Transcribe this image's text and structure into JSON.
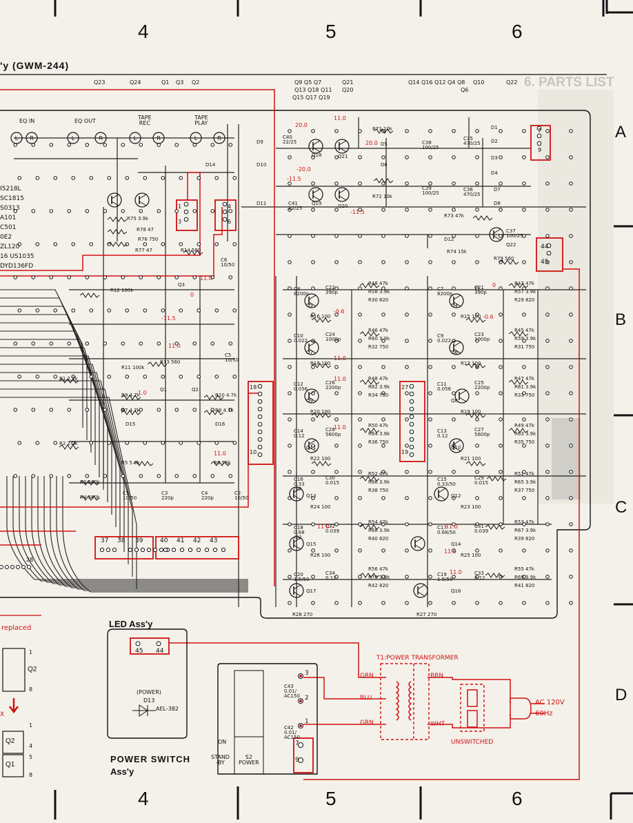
{
  "grid": {
    "columns_top": [
      "4",
      "5",
      "6"
    ],
    "columns_bottom": [
      "4",
      "5",
      "6"
    ],
    "rows": [
      "A",
      "B",
      "C",
      "D"
    ]
  },
  "title": "'y (GWM-244)",
  "transistor_header": {
    "row1": [
      "Q23",
      "Q24",
      "Q1",
      "Q3",
      "Q2"
    ],
    "group_mid_1": "Q9 Q5 Q7",
    "group_mid_2": "Q13 Q18 Q11",
    "group_mid_3": "Q15 Q17 Q19",
    "group_q21": "Q21",
    "group_q20": "Q20",
    "group_right_1": "Q14 Q16 Q12 Q4 Q8",
    "q10": "Q10",
    "q22": "Q22",
    "q6": "Q6"
  },
  "jacks": {
    "eq_in": "EQ IN",
    "eq_out": "EQ OUT",
    "tape_rec": "TAPE\nREC",
    "tape_play": "TAPE\nPLAY",
    "l": "L",
    "r": "R"
  },
  "left_parts": [
    "I5218L",
    "SC1815",
    "S0313",
    "A101",
    "C501",
    "0E2",
    "ZL120",
    "16  US1035",
    "DYD136FD"
  ],
  "connectors": {
    "c7_9": [
      "7",
      "8",
      "9"
    ],
    "c44": "44",
    "c45": "45",
    "c1_3": [
      "1",
      "3"
    ],
    "c4_6": [
      "4",
      "6"
    ],
    "c18": "18",
    "c10": "10",
    "c27": "27",
    "c19": "19",
    "strip1": [
      "37",
      "38",
      "39"
    ],
    "strip2": [
      "40",
      "41",
      "42",
      "43"
    ],
    "c28": "28"
  },
  "led_assy": {
    "title": "LED Ass'y",
    "pins": [
      "45",
      "44"
    ],
    "power": "(POWER)",
    "d13": "D13",
    "part": "AEL-382"
  },
  "power_switch": {
    "title": "POWER SWITCH",
    "subtitle": "Ass'y",
    "on": "ON",
    "standby": "STAND\n-BY",
    "s2": "S2\nPOWER",
    "c43": "C43\n0.01/\nAC150",
    "c42": "C42\n0.01/\nAC150",
    "pins": [
      "3",
      "2",
      "1",
      "7",
      "9"
    ]
  },
  "transformer": {
    "title": "T1:POWER TRANSFORMER",
    "grn1": "GRN",
    "blu": "BLU",
    "grn2": "GRN",
    "brn": "BRN",
    "wht": "WHT",
    "ac": "AC 120V",
    "hz": "60Hz",
    "unswitched": "UNSWITCHED"
  },
  "replaced": {
    "title": "replaced",
    "q2": "Q2",
    "q1": "Q1",
    "pins_top": [
      "1",
      "8"
    ],
    "pins_q2": [
      "1",
      "4"
    ],
    "pins_q1": [
      "5",
      "8"
    ],
    "x": "X"
  },
  "voltages": [
    "20.0",
    "11.0",
    "20.0",
    "-20.0",
    "-11.5",
    "-11.5",
    "11.0",
    "0",
    "-0.6",
    "-11.5",
    "11.0",
    "11.0",
    "-0.6",
    "0",
    "11.0",
    "11.0",
    "1.0",
    "11.0",
    "11.0",
    "11.0",
    "11.0",
    "11.0"
  ],
  "components_upper": [
    "D9",
    "D10",
    "D11",
    "D14",
    "C40\n22/25",
    "C41\n22/25",
    "Q18",
    "Q19",
    "Q21",
    "Q20",
    "R71 10k",
    "R72 10k",
    "D5",
    "D6",
    "C38\n100/25",
    "C39\n100/25",
    "C35\n470/25",
    "C36\n470/25",
    "D1",
    "D2",
    "D3",
    "D4",
    "D7",
    "D8",
    "R73 47k",
    "C37\n100/25",
    "D12",
    "Q22",
    "R74 15k",
    "R79 560"
  ],
  "components_mid": [
    "R75 3.9k",
    "R78 47",
    "R76 750",
    "R77 47",
    "R14 560",
    "C6\n10/50",
    "R12 100k",
    "R13 560",
    "C5\n10/50",
    "R11 100k",
    "Q3",
    "R1 2.2k",
    "R9 4.7k",
    "R7 4.7k",
    "D15",
    "R10 4.7k",
    "R8 4.7k",
    "D16",
    "Q1",
    "Q2",
    "R2 2.2k",
    "R5 5.6k",
    "R6 56k",
    "R3 560k",
    "R4 560k",
    "C1\n10/50",
    "C3\n220p",
    "C4\n220p",
    "C2\n10/50"
  ],
  "components_amp_left": [
    "C8\n8200p",
    "Q5",
    "C22\n390p",
    "R48 47k",
    "R58 3.9k",
    "R30 820",
    "R16 100",
    "C10\n0.022",
    "Q7",
    "C24\n1000p",
    "R46 47k",
    "R60 3.9k",
    "R32 750",
    "R18 100",
    "C12\n0.056",
    "Q9",
    "C26\n2200p",
    "R48 47k",
    "R62 3.9k",
    "R34 750",
    "R20 100",
    "C14\n0.12",
    "Q11",
    "C28\n5600p",
    "R50 47k",
    "R64 3.9k",
    "R36 750",
    "R22 100",
    "C16\n0.33\n/50",
    "Q13",
    "C30\n0.015",
    "R52 47k",
    "R66 3.9k",
    "R38 750",
    "R24 100",
    "C18\n0.68\n/50",
    "Q15",
    "C32\n0.039",
    "R54 47k",
    "R68 3.9k",
    "R40 820",
    "R26 100",
    "C20\n1.5/50",
    "Q17",
    "C34\n0.12",
    "R56 47k",
    "R70 3.9k",
    "R42 820",
    "R28 270"
  ],
  "components_amp_right": [
    "C7\n8200p",
    "Q4",
    "C21\n390p",
    "R43 47k",
    "R57 3.9k",
    "R29 820",
    "R15 100",
    "C9\n0.022",
    "Q6",
    "C23\n1000p",
    "R45 47k",
    "R59 3.9k",
    "R31 750",
    "R17 100",
    "C11\n0.056",
    "Q8",
    "C25\n2200p",
    "R47 47k",
    "R61 3.9k",
    "R33 750",
    "R19 100",
    "C13\n0.12",
    "Q10",
    "C27\n5600p",
    "R49 47k",
    "R63 3.9k",
    "R35 750",
    "R21 100",
    "C15\n0.33/50",
    "Q12",
    "C29\n0.015",
    "R51 47k",
    "R65 3.9k",
    "R37 750",
    "R23 100",
    "C17\n0.68/50",
    "Q14",
    "C31\n0.039",
    "R53 47k",
    "R67 3.9k",
    "R39 820",
    "R25 100",
    "C19\n1.5/50",
    "Q16",
    "C33\n0.12",
    "R55 47k",
    "R69 3.9k",
    "R41 820",
    "R27 270"
  ],
  "ghost_heading": "6. PARTS LIST",
  "colors": {
    "red": "#d01010",
    "ink": "#111111",
    "paper": "#f4f1ea"
  }
}
